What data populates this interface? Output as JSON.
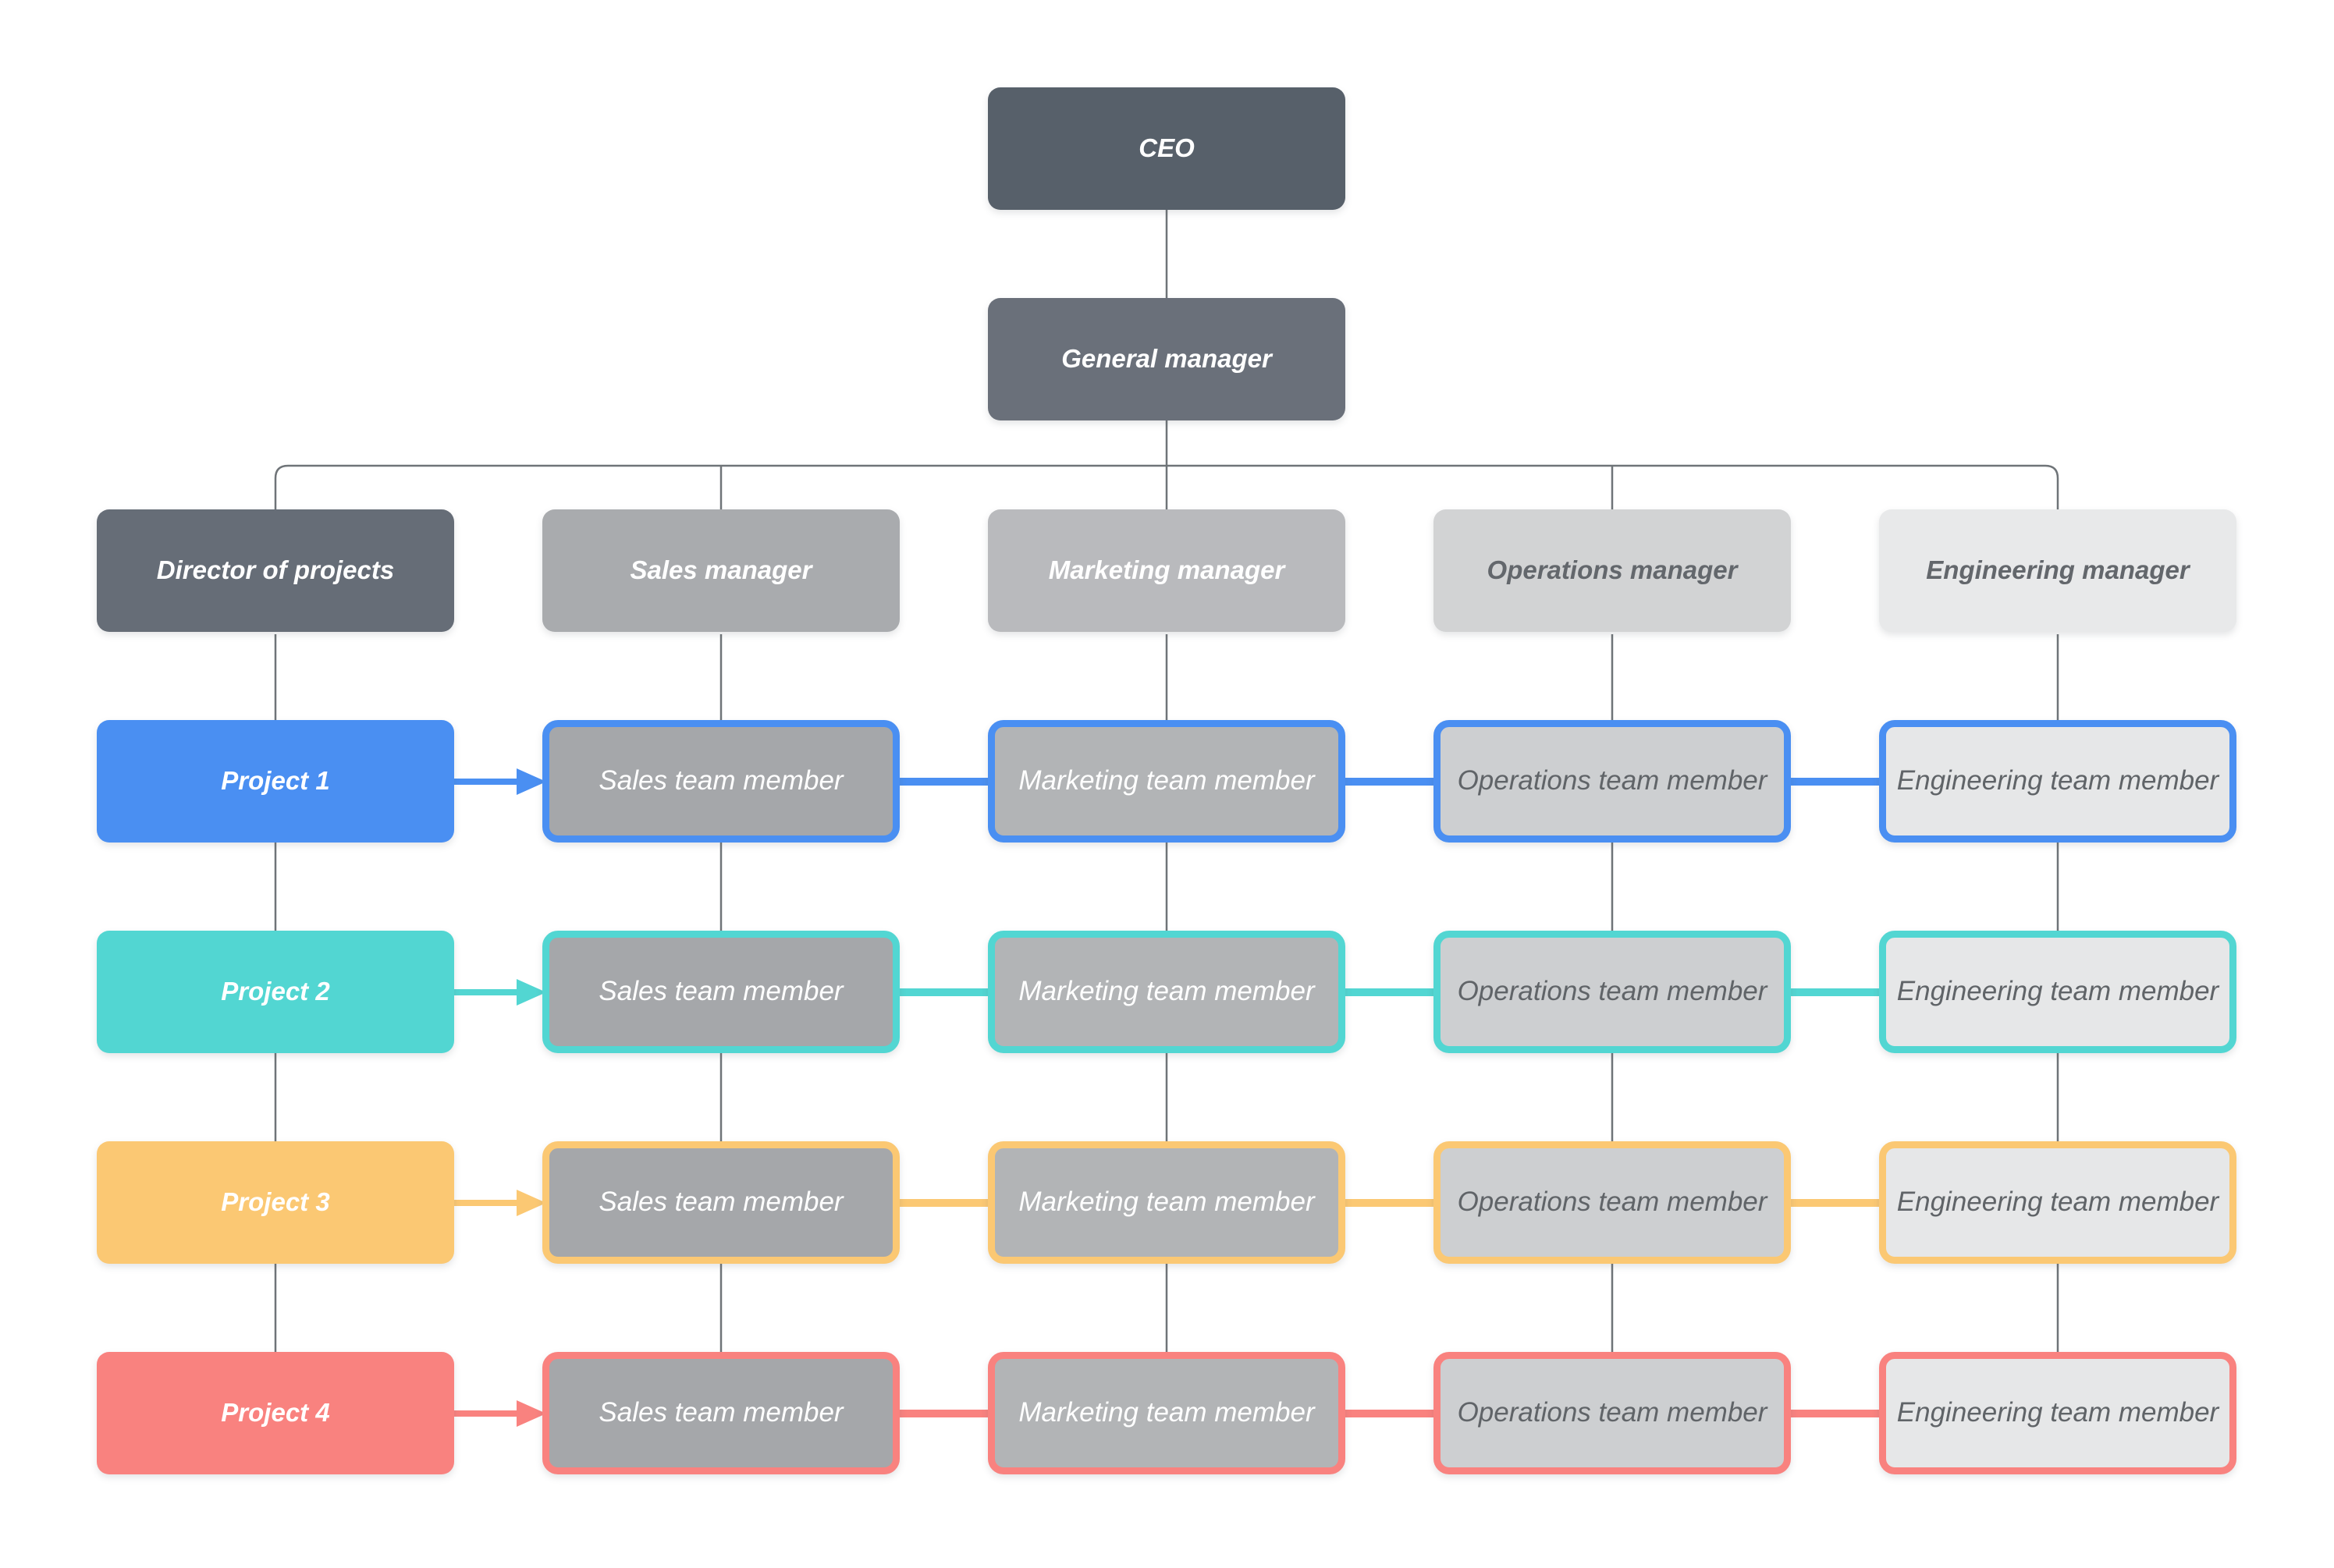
{
  "nodes": {
    "ceo": {
      "label": "CEO",
      "fill": "#57606a",
      "text_color": "#ffffff"
    },
    "general_manager": {
      "label": "General manager",
      "fill": "#6a707a",
      "text_color": "#ffffff"
    }
  },
  "managers": [
    {
      "label": "Director of projects",
      "fill": "#666d77",
      "text_color": "#ffffff"
    },
    {
      "label": "Sales manager",
      "fill": "#a9abae",
      "text_color": "#ffffff"
    },
    {
      "label": "Marketing manager",
      "fill": "#b9babd",
      "text_color": "#ffffff"
    },
    {
      "label": "Operations manager",
      "fill": "#d2d3d4",
      "text_color": "#63676c"
    },
    {
      "label": "Engineering manager",
      "fill": "#e8e9ea",
      "text_color": "#63676c"
    }
  ],
  "projects": [
    {
      "label": "Project 1",
      "color": "#4a8ff2"
    },
    {
      "label": "Project 2",
      "color": "#52d6d2"
    },
    {
      "label": "Project 3",
      "color": "#fbc873"
    },
    {
      "label": "Project 4",
      "color": "#f9827f"
    }
  ],
  "team_members": [
    {
      "label": "Sales team member",
      "fill": "#a5a7aa",
      "text_color": "#ffffff"
    },
    {
      "label": "Marketing team member",
      "fill": "#b2b4b6",
      "text_color": "#ffffff"
    },
    {
      "label": "Operations team member",
      "fill": "#cdcfd1",
      "text_color": "#606468"
    },
    {
      "label": "Engineering team member",
      "fill": "#e6e7e8",
      "text_color": "#606468"
    }
  ],
  "connector_color": "#6f7478"
}
